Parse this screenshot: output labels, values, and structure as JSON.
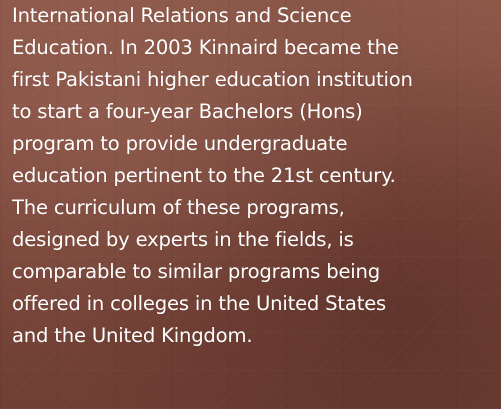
{
  "paragraph": {
    "lines": [
      "International Relations and Science",
      "Education. In 2003 Kinnaird became the",
      "first Pakistani higher education institution",
      "to start a four-year Bachelors (Hons)",
      "program to provide undergraduate",
      "education pertinent to the 21st century.",
      "The curriculum of these programs,",
      "designed by experts in the fields, is",
      "comparable to similar programs being",
      "offered in colleges in the United States",
      "and the United Kingdom."
    ]
  },
  "colors": {
    "background": "#8a5446",
    "text": "#ffffff"
  }
}
